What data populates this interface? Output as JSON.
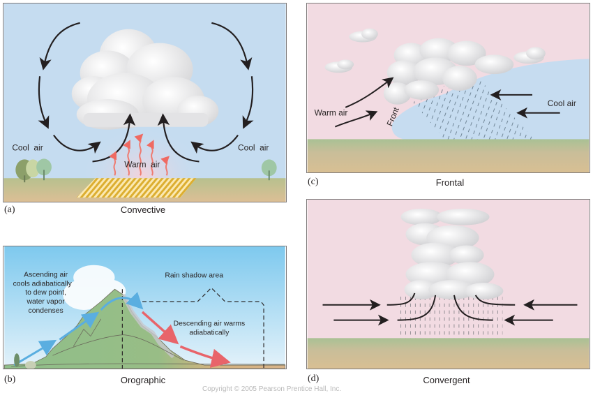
{
  "figure": {
    "panels": [
      {
        "id": "a",
        "letter": "(a)",
        "title": "Convective",
        "labels": {
          "cool_air_left": "Cool  air",
          "cool_air_right": "Cool  air",
          "warm_air": "Warm  air"
        },
        "colors": {
          "sky": "#c5dcf0",
          "ground": "#d8bf93",
          "grass": "#aebf8c",
          "field": "#e0b53a"
        }
      },
      {
        "id": "b",
        "letter": "(b)",
        "title": "Orographic",
        "labels": {
          "ascending_1": "Ascending air",
          "ascending_2": "cools adiabatically",
          "ascending_3": "to dew point,",
          "ascending_4": "water vapor",
          "ascending_5": "condenses",
          "rain_shadow": "Rain shadow area",
          "descending_1": "Descending air warms",
          "descending_2": "adiabatically"
        },
        "colors": {
          "sky_top": "#7ec9ee",
          "sky_bottom": "#e2f1fa",
          "mountain_windward": "#8fbf8a",
          "mountain_leeward": "#d4b27e",
          "ascending_arrow": "#5aaee0",
          "descending_arrow": "#e8646a"
        }
      },
      {
        "id": "c",
        "letter": "(c)",
        "title": "Frontal",
        "labels": {
          "warm_air": "Warm air",
          "front": "Front",
          "cool_air": "Cool air"
        },
        "colors": {
          "sky": "#f2dbe2",
          "cool_mass": "#c6dcf0",
          "grass": "#a9c194",
          "ground": "#d8bf93"
        }
      },
      {
        "id": "d",
        "letter": "(d)",
        "title": "Convergent",
        "labels": {},
        "colors": {
          "sky": "#f2dbe2",
          "grass": "#a9c194",
          "ground": "#d8bf93"
        }
      }
    ],
    "credit": "Copyright © 2005 Pearson Prentice Hall, Inc."
  }
}
